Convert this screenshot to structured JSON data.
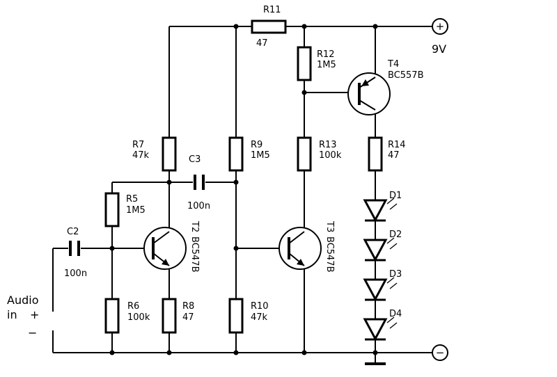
{
  "components": {
    "R5": {
      "name": "R5",
      "value": "1M5"
    },
    "R6": {
      "name": "R6",
      "value": "100k"
    },
    "R7": {
      "name": "R7",
      "value": "47k"
    },
    "R8": {
      "name": "R8",
      "value": "47"
    },
    "R9": {
      "name": "R9",
      "value": "1M5"
    },
    "R10": {
      "name": "R10",
      "value": "47k"
    },
    "R11": {
      "name": "R11",
      "value": "47"
    },
    "R12": {
      "name": "R12",
      "value": "1M5"
    },
    "R13": {
      "name": "R13",
      "value": "100k"
    },
    "R14": {
      "name": "R14",
      "value": "47"
    },
    "C2": {
      "name": "C2",
      "value": "100n"
    },
    "C3": {
      "name": "C3",
      "value": "100n"
    },
    "T2": {
      "name": "T2",
      "type": "BC547B"
    },
    "T3": {
      "name": "T3",
      "type": "BC547B"
    },
    "T4": {
      "name": "T4",
      "type": "BC557B"
    },
    "D1": {
      "name": "D1"
    },
    "D2": {
      "name": "D2"
    },
    "D3": {
      "name": "D3"
    },
    "D4": {
      "name": "D4"
    }
  },
  "terminals": {
    "supply_voltage": "9V",
    "positive_symbol": "+",
    "negative_symbol": "−",
    "audio_label_line1": "Audio",
    "audio_label_line2": "in",
    "audio_plus": "+",
    "audio_minus": "−"
  }
}
